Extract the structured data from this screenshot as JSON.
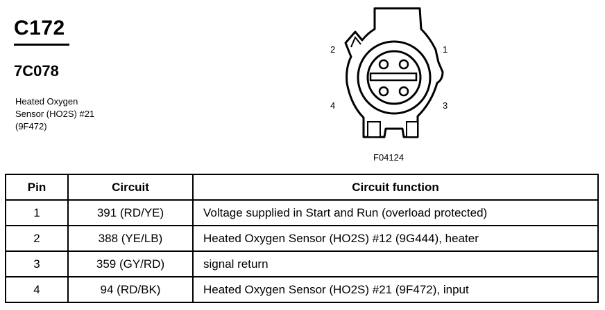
{
  "header": {
    "connector_id": "C172",
    "part_number": "7C078",
    "description_lines": [
      "Heated Oxygen",
      "Sensor (HO2S) #21",
      "(9F472)"
    ]
  },
  "diagram": {
    "pin_labels": [
      "1",
      "2",
      "3",
      "4"
    ],
    "figure_code": "F04124"
  },
  "table": {
    "headers": [
      "Pin",
      "Circuit",
      "Circuit function"
    ],
    "rows": [
      {
        "pin": "1",
        "circuit": "391 (RD/YE)",
        "function": "Voltage supplied in Start and Run (overload protected)"
      },
      {
        "pin": "2",
        "circuit": "388 (YE/LB)",
        "function": "Heated Oxygen Sensor (HO2S) #12 (9G444), heater"
      },
      {
        "pin": "3",
        "circuit": "359 (GY/RD)",
        "function": "signal return"
      },
      {
        "pin": "4",
        "circuit": "94 (RD/BK)",
        "function": "Heated Oxygen Sensor (HO2S) #21 (9F472), input"
      }
    ]
  }
}
